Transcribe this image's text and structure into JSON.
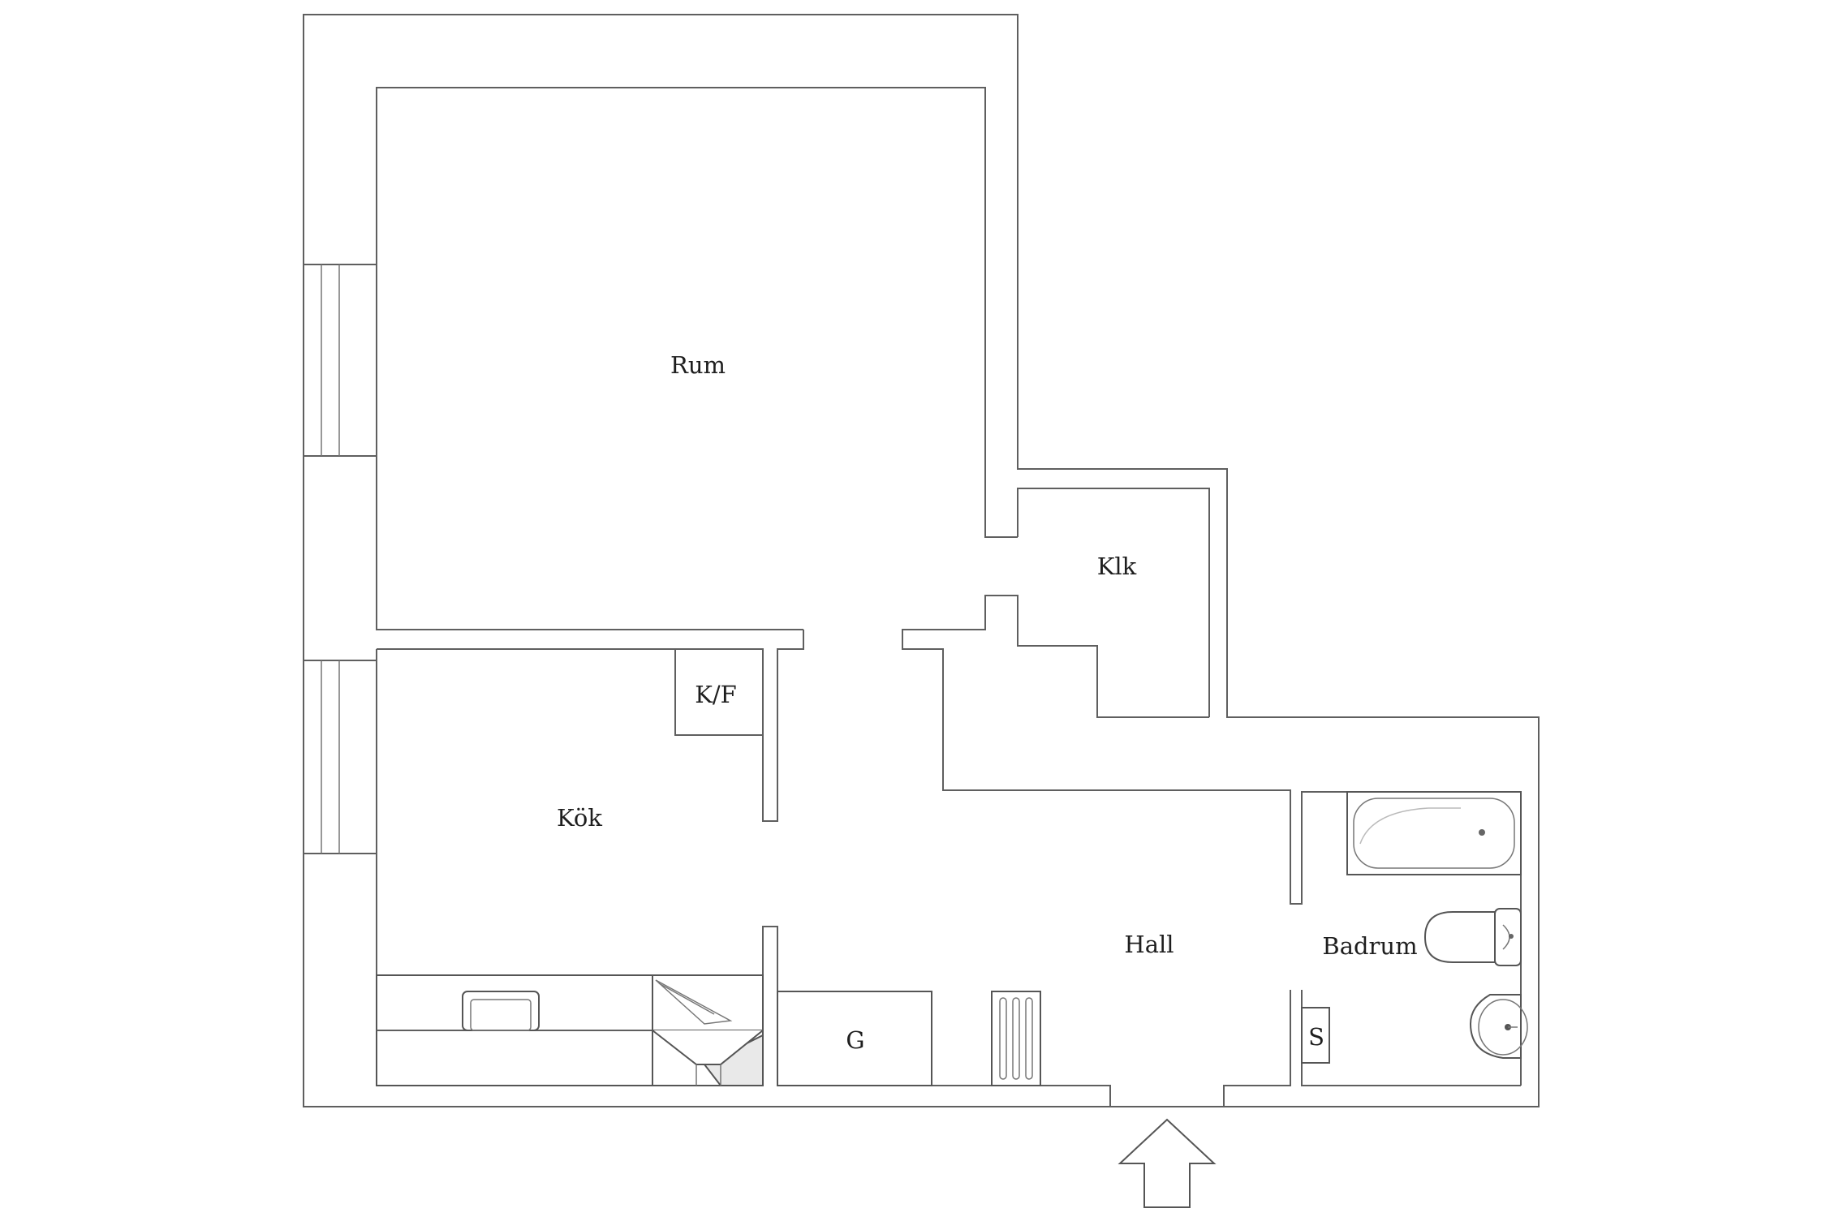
{
  "floor_plan": {
    "rooms": {
      "rum": "Rum",
      "klk": "Klk",
      "kf": "K/F",
      "kok": "Kök",
      "hall": "Hall",
      "badrum": "Badrum",
      "g": "G",
      "s": "S"
    },
    "icons": {
      "entrance": "entrance-arrow-icon",
      "bathtub": "bathtub-icon",
      "toilet": "toilet-icon",
      "washbasin": "washbasin-icon",
      "kitchen_sink": "kitchen-sink-icon",
      "stove": "stove-icon",
      "radiator": "radiator-icon"
    },
    "colors": {
      "line": "#5f5f5f",
      "background": "#ffffff",
      "text": "#1e1e1e"
    }
  }
}
